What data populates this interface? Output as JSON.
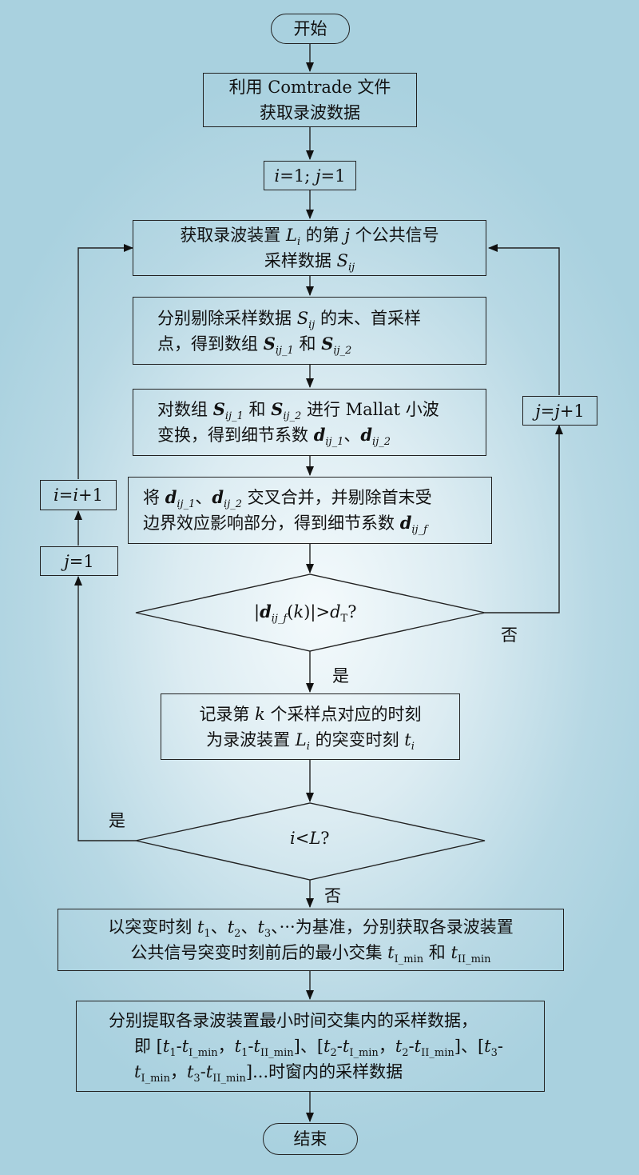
{
  "flowchart": {
    "start": "开始",
    "end": "结束",
    "step_read": {
      "line1": "利用 Comtrade 文件",
      "line2": "获取录波数据"
    },
    "init": {
      "i_var": "i",
      "eq1": "=1; ",
      "j_var": "j",
      "eq2": "=1"
    },
    "get_signal": {
      "pre": "获取录波装置 ",
      "L": "L",
      "L_sub": "i",
      "mid": " 的第 ",
      "j": "j",
      "post": " 个公共信号",
      "line2": "采样数据 ",
      "S": "S",
      "S_sub": "ij"
    },
    "remove_points": {
      "pre": "分别剔除采样数据 ",
      "S": "S",
      "S_sub": "ij",
      "post": " 的末、首采样",
      "line2_pre": "点，得到数组 ",
      "S1_sub": "ij_1",
      "and": " 和 ",
      "S2_sub": "ij_2"
    },
    "wavelet": {
      "pre": "对数组 ",
      "S": "S",
      "S1_sub": "ij_1",
      "and": " 和 ",
      "S2_sub": "ij_2",
      "post": " 进行 Mallat 小波",
      "line2_pre": "变换，得到细节系数 ",
      "d": "d",
      "d1_sub": "ij_1",
      "sep": "、",
      "d2_sub": "ij_2"
    },
    "merge": {
      "pre": "将 ",
      "d": "d",
      "d1_sub": "ij_1",
      "sep": "、",
      "d2_sub": "ij_2",
      "post": " 交叉合并，并剔除首末受",
      "line2_pre": "边界效应影响部分，得到细节系数 ",
      "df_sub": "ij_f"
    },
    "decision1": {
      "bar1": "|",
      "d": "d",
      "d_sub": "ij_f",
      "paren_open": "(",
      "k": "k",
      "paren_close": ")",
      "bar2": "|>",
      "dT": "d",
      "dT_sub": "T",
      "q": "?",
      "no_label": "否",
      "yes_label": "是"
    },
    "record": {
      "pre": "记录第 ",
      "k": "k",
      "post": " 个采样点对应的时刻",
      "line2_pre": "为录波装置 ",
      "L": "L",
      "L_sub": "i",
      "mid": " 的突变时刻 ",
      "t": "t",
      "t_sub": "i"
    },
    "decision2": {
      "i": "i",
      "lt": "<",
      "L": "L",
      "q": "?",
      "yes_label": "是",
      "no_label": "否"
    },
    "j_increment": {
      "j1": "j",
      "eq": "=",
      "j2": "j",
      "plus": "+1"
    },
    "i_increment": {
      "i1": "i",
      "eq": "=",
      "i2": "i",
      "plus": "+1"
    },
    "j_reset": {
      "j": "j",
      "eq": "=1"
    },
    "baseline": {
      "pre": "以突变时刻 ",
      "t": "t",
      "s1": "1",
      "sep": "、",
      "s2": "2",
      "s3": "3",
      "post": "、···为基准，分别获取各录波装置",
      "line2_pre": "公共信号突变时刻前后的最小交集 ",
      "tI_sub": "I_min",
      "and": " 和 ",
      "tII_sub": "II_min"
    },
    "extract": {
      "line1": "分别提取各录波装置最小时间交集内的采样数据，",
      "l2_pre": "即 [",
      "t": "t",
      "s1": "1",
      "dash": "-",
      "sI": "I_min",
      "comma": "，",
      "sII": "II_min",
      "close": "]",
      "sep": "、",
      "open": "[",
      "s2": "2",
      "s3": "3",
      "l3_post": "...时窗内的采样数据"
    }
  }
}
